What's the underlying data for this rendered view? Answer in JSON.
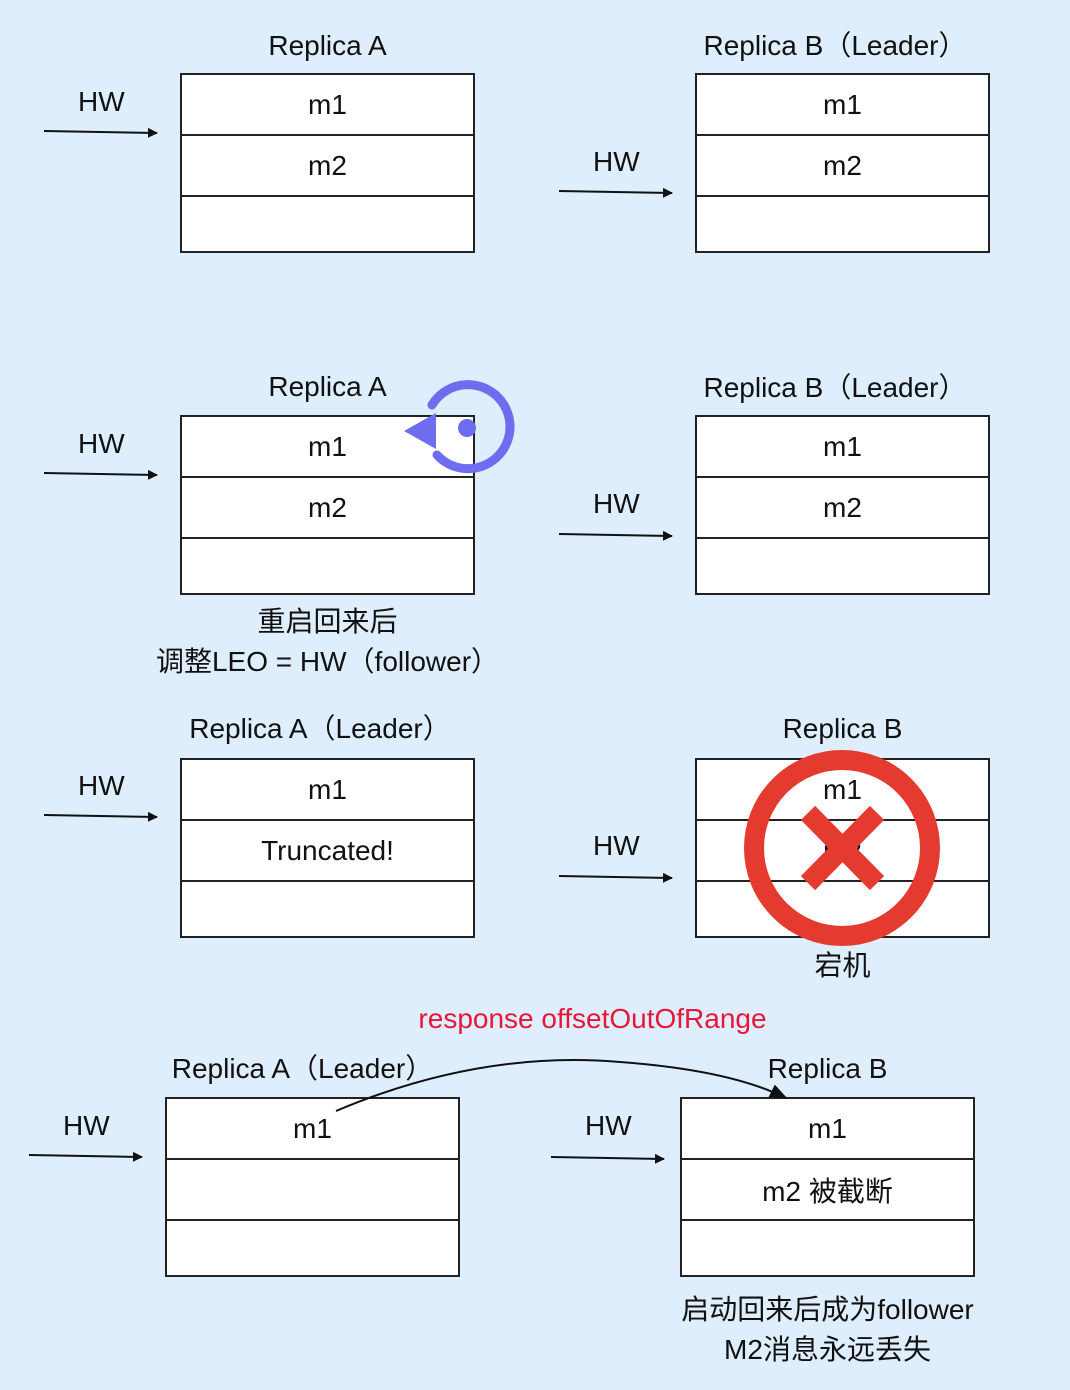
{
  "hw_label": "HW",
  "rows": [
    {
      "left": {
        "title": "Replica A",
        "cells": [
          "m1",
          "m2",
          ""
        ]
      },
      "right": {
        "title": "Replica B（Leader）",
        "cells": [
          "m1",
          "m2",
          ""
        ]
      }
    },
    {
      "left": {
        "title": "Replica A",
        "cells": [
          "m1",
          "m2",
          ""
        ],
        "caption": [
          "重启回来后",
          "调整LEO = HW（follower）"
        ]
      },
      "right": {
        "title": "Replica B（Leader）",
        "cells": [
          "m1",
          "m2",
          ""
        ]
      }
    },
    {
      "left": {
        "title": "Replica A（Leader）",
        "cells": [
          "m1",
          "Truncated!",
          ""
        ]
      },
      "right": {
        "title": "Replica B",
        "cells": [
          "m1",
          "m2",
          ""
        ],
        "caption": [
          "宕机"
        ]
      }
    },
    {
      "left": {
        "title": "Replica A（Leader）",
        "cells": [
          "m1",
          "",
          ""
        ]
      },
      "right": {
        "title": "Replica B",
        "cells": [
          "m1",
          "m2 被截断",
          ""
        ],
        "caption": [
          "启动回来后成为follower",
          "M2消息永远丢失"
        ]
      }
    }
  ],
  "response_text": "response   offsetOutOfRange",
  "colors": {
    "background": "#dfeefc",
    "restart_icon": "#6e6df0",
    "crash_icon": "#e53a2f",
    "response_text": "#e8163a"
  }
}
